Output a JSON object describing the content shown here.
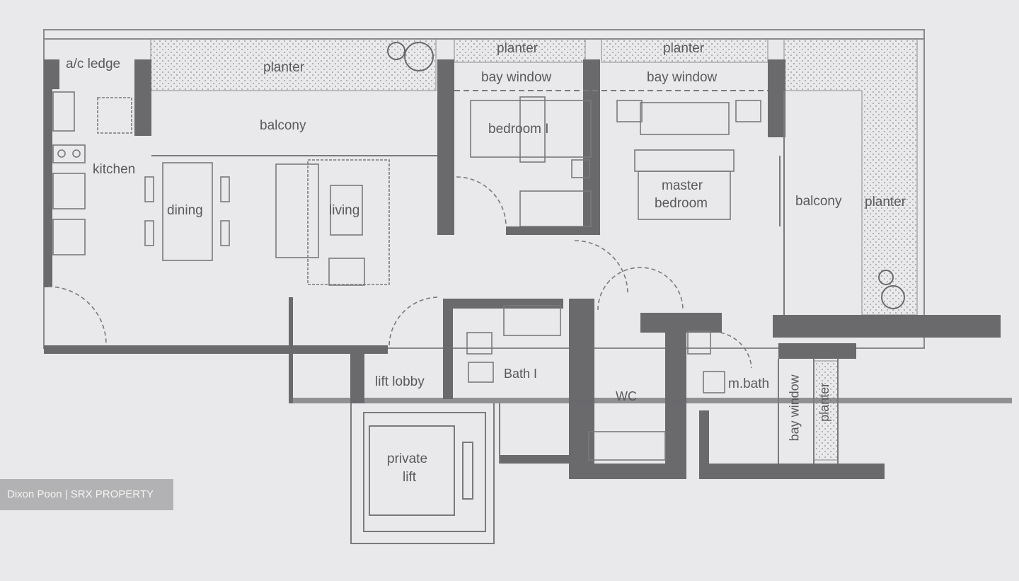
{
  "floorplan": {
    "rooms": {
      "ac_ledge": "a/c ledge",
      "planter_top": "planter",
      "planter_bed1": "planter",
      "planter_master": "planter",
      "planter_right": "planter",
      "planter_lower": "planter",
      "balcony_top": "balcony",
      "balcony_right": "balcony",
      "bay_window_bed1": "bay window",
      "bay_window_master": "bay window",
      "bay_window_lower": "bay window",
      "kitchen": "kitchen",
      "dining": "dining",
      "living": "living",
      "bedroom1": "bedroom I",
      "master_bedroom_line1": "master",
      "master_bedroom_line2": "bedroom",
      "bath1": "Bath I",
      "wc": "WC",
      "m_bath": "m.bath",
      "lift_lobby": "lift lobby",
      "private_lift_line1": "private",
      "private_lift_line2": "lift"
    },
    "colors": {
      "background": "#e9e9eb",
      "wall": "#6a6a6d",
      "line": "#7a7a7d",
      "text": "#5a5a5c",
      "watermark_bg": "#b2b2b4",
      "watermark_text": "#f4f4f4"
    }
  },
  "watermark": {
    "text": "Dixon Poon | SRX PROPERTY"
  }
}
